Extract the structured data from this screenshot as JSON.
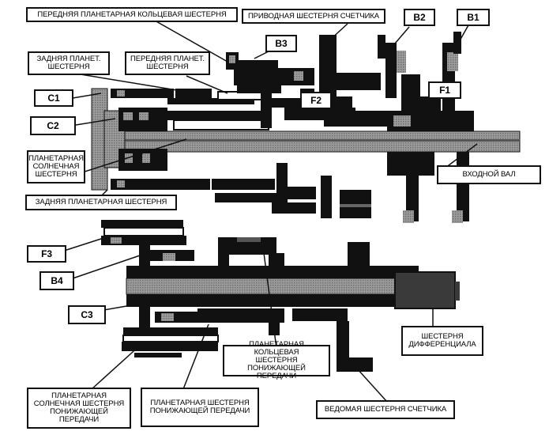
{
  "colors": {
    "part": "#111111",
    "shaft_gray": "#9c9c9c",
    "hatch": "#6e6e6e",
    "differential": "#3a3a3a",
    "label_border": "#111111",
    "background": "#ffffff"
  },
  "labels": {
    "front_ring_gear": "ПЕРЕДНЯЯ ПЛАНЕТАРНАЯ КОЛЬЦЕВАЯ ШЕСТЕРНЯ",
    "speedometer_drive_gear": "ПРИВОДНАЯ ШЕСТЕРНЯ СЧЕТЧИКА",
    "b2": "B2",
    "b1": "B1",
    "b3": "B3",
    "rear_planet_gear": "ЗАДНЯЯ ПЛАНЕТ.\nШЕСТЕРНЯ",
    "front_planet_gear": "ПЕРЕДНЯЯ ПЛАНЕТ.\nШЕСТЕРНЯ",
    "c1": "C1",
    "f2": "F2",
    "f1": "F1",
    "c2": "C2",
    "planetary_sun_gear": "ПЛАНЕТАРНАЯ\nСОЛНЕЧНАЯ\nШЕСТЕРНЯ",
    "input_shaft": "ВХОДНОЙ ВАЛ",
    "rear_planetary_gear": "ЗАДНЯЯ ПЛАНЕТАРНАЯ ШЕСТЕРНЯ",
    "f3": "F3",
    "b4": "B4",
    "c3": "C3",
    "differential_gear": "ШЕСТЕРНЯ\nДИФФЕРЕНЦИАЛА",
    "reduction_ring_gear": "ПЛАНЕТАРНАЯ КОЛЬЦЕВАЯ\nШЕСТЕРНЯ ПОНИЖАЮЩЕЙ\nПЕРЕДАЧИ",
    "reduction_sun_gear": "ПЛАНЕТАРНАЯ\nСОЛНЕЧНАЯ ШЕСТЕРНЯ\nПОНИЖАЮЩЕЙ ПЕРЕДАЧИ",
    "reduction_planet_gear": "ПЛАНЕТАРНАЯ ШЕСТЕРНЯ\nПОНИЖАЮЩЕЙ ПЕРЕДАЧИ",
    "speedometer_driven_gear": "ВЕДОМАЯ ШЕСТЕРНЯ СЧЕТЧИКА"
  }
}
